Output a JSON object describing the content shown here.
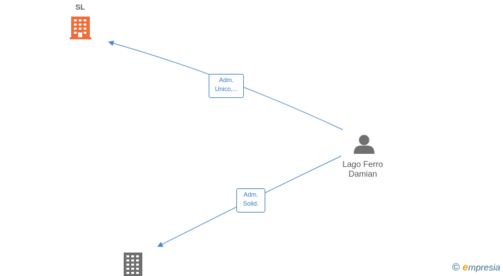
{
  "nodes": {
    "company_sl": {
      "name": "SL",
      "icon": "building-icon",
      "color": "#f26b38"
    },
    "company_other": {
      "name": "",
      "icon": "building-icon",
      "color": "#707070"
    },
    "person": {
      "name_line1": "Lago Ferro",
      "name_line2": "Damian",
      "icon": "person-icon",
      "color": "#707070"
    }
  },
  "edges": [
    {
      "from": "person",
      "to": "company_sl",
      "label_line1": "Adm.",
      "label_line2": "Unico,..."
    },
    {
      "from": "person",
      "to": "company_other",
      "label_line1": "Adm.",
      "label_line2": "Solid."
    }
  ],
  "edge_color": "#4a86c8",
  "watermark": {
    "symbol": "©",
    "initial": "e",
    "rest": "mpresia"
  }
}
